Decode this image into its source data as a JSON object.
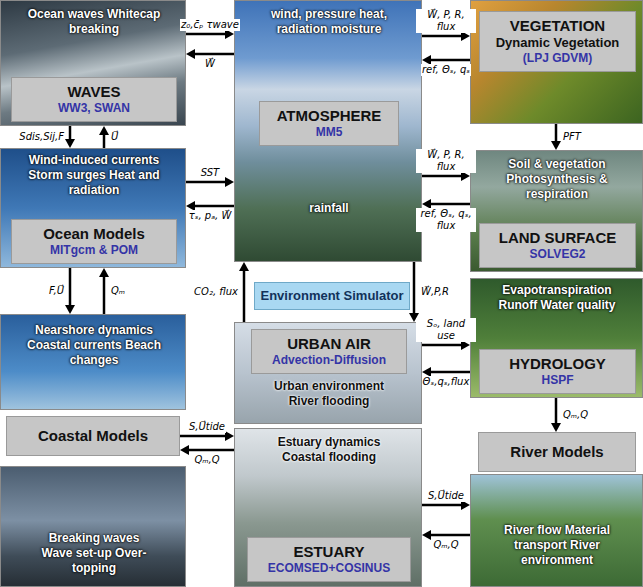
{
  "diagram": {
    "nodes": [
      {
        "text": [
          "Ocean waves Whitecap breaking"
        ]
      },
      {
        "text": [
          "WAVES",
          "WW3, SWAN"
        ],
        "in": 0
      },
      {
        "text": [
          "wind, pressure heat, radiation moisture",
          "rainfall"
        ]
      },
      {
        "text": [
          "ATMOSPHERE",
          "MM5"
        ],
        "in": 2
      },
      {
        "text": [
          "VEGETATION",
          "Dynamic Vegetation",
          "(LPJ GDVM)"
        ]
      },
      {
        "text": [
          "Wind-induced currents Storm surges Heat and radiation"
        ]
      },
      {
        "text": [
          "Ocean Models",
          "MITgcm & POM"
        ],
        "in": 5
      },
      {
        "text": [
          "Soil & vegetation Photosynthesis & respiration"
        ]
      },
      {
        "text": [
          "LAND SURFACE",
          "SOLVEG2"
        ],
        "in": 7
      },
      {
        "text": [
          "Environment Simulator"
        ]
      },
      {
        "text": [
          "Evapotranspiration Runoff Water quality"
        ]
      },
      {
        "text": [
          "HYDROLOGY",
          "HSPF"
        ],
        "in": 10
      },
      {
        "text": [
          "Nearshore dynamics Coastal currents Beach changes"
        ]
      },
      {
        "text": [
          "Coastal Models"
        ]
      },
      {
        "text": [
          "Breaking waves Wave set-up Over-topping"
        ]
      },
      {
        "text": [
          "Urban environment River flooding"
        ]
      },
      {
        "text": [
          "URBAN AIR",
          "Advection-Diffusion"
        ],
        "in": 15
      },
      {
        "text": [
          "River Models"
        ]
      },
      {
        "text": [
          "Estuary dynamics Coastal flooding"
        ]
      },
      {
        "text": [
          "ESTUARY",
          "ECOMSED+COSINUS"
        ],
        "in": 18
      },
      {
        "text": [
          "River flow Material transport River environment"
        ]
      }
    ],
    "edges": [
      {
        "from": 0,
        "to": 2,
        "label": "z₀,c̄ₚ τwave",
        "arrow": "to"
      },
      {
        "from": 2,
        "to": 0,
        "label": "W⃗",
        "arrow": "to"
      },
      {
        "from": 2,
        "to": 4,
        "label": "W⃗, P, R, flux",
        "arrow": "to"
      },
      {
        "from": 4,
        "to": 2,
        "label": "ref, Θₛ, qₛ",
        "arrow": "to"
      },
      {
        "from": 0,
        "to": 5,
        "label": "Sdis,Sij,F",
        "arrow": "to"
      },
      {
        "from": 5,
        "to": 0,
        "label": "U⃗",
        "arrow": "to"
      },
      {
        "from": 5,
        "to": 2,
        "label": "SST",
        "arrow": "to"
      },
      {
        "from": 2,
        "to": 5,
        "label": "τₛ, pₐ, W⃗",
        "arrow": "to"
      },
      {
        "from": 2,
        "to": 7,
        "label": "W⃗, P, R, flux",
        "arrow": "to"
      },
      {
        "from": 7,
        "to": 2,
        "label": "ref, Θₛ, qₛ, flux",
        "arrow": "to"
      },
      {
        "from": 4,
        "to": 7,
        "label": "PFT",
        "arrow": "to"
      },
      {
        "from": 15,
        "to": 2,
        "label": "CO₂, flux",
        "arrow": "to"
      },
      {
        "from": 2,
        "to": 15,
        "label": "W⃗,P,R",
        "arrow": "to"
      },
      {
        "from": 5,
        "to": 12,
        "label": "F,U⃗",
        "arrow": "to"
      },
      {
        "from": 12,
        "to": 5,
        "label": "Qₘ",
        "arrow": "to"
      },
      {
        "from": 15,
        "to": 10,
        "label": "Sₒ, land use",
        "arrow": "to"
      },
      {
        "from": 10,
        "to": 15,
        "label": "Θₛ,qₛ,flux",
        "arrow": "to"
      },
      {
        "from": 10,
        "to": 17,
        "label": "Qₘ,Q",
        "arrow": "to"
      },
      {
        "from": 13,
        "to": 18,
        "label": "S,U⃗tide",
        "arrow": "to"
      },
      {
        "from": 18,
        "to": 13,
        "label": "Qₘ,Q",
        "arrow": "to"
      },
      {
        "from": 18,
        "to": 20,
        "label": "S,U⃗tide",
        "arrow": "to"
      },
      {
        "from": 20,
        "to": 18,
        "label": "Qₘ,Q",
        "arrow": "to"
      }
    ]
  }
}
